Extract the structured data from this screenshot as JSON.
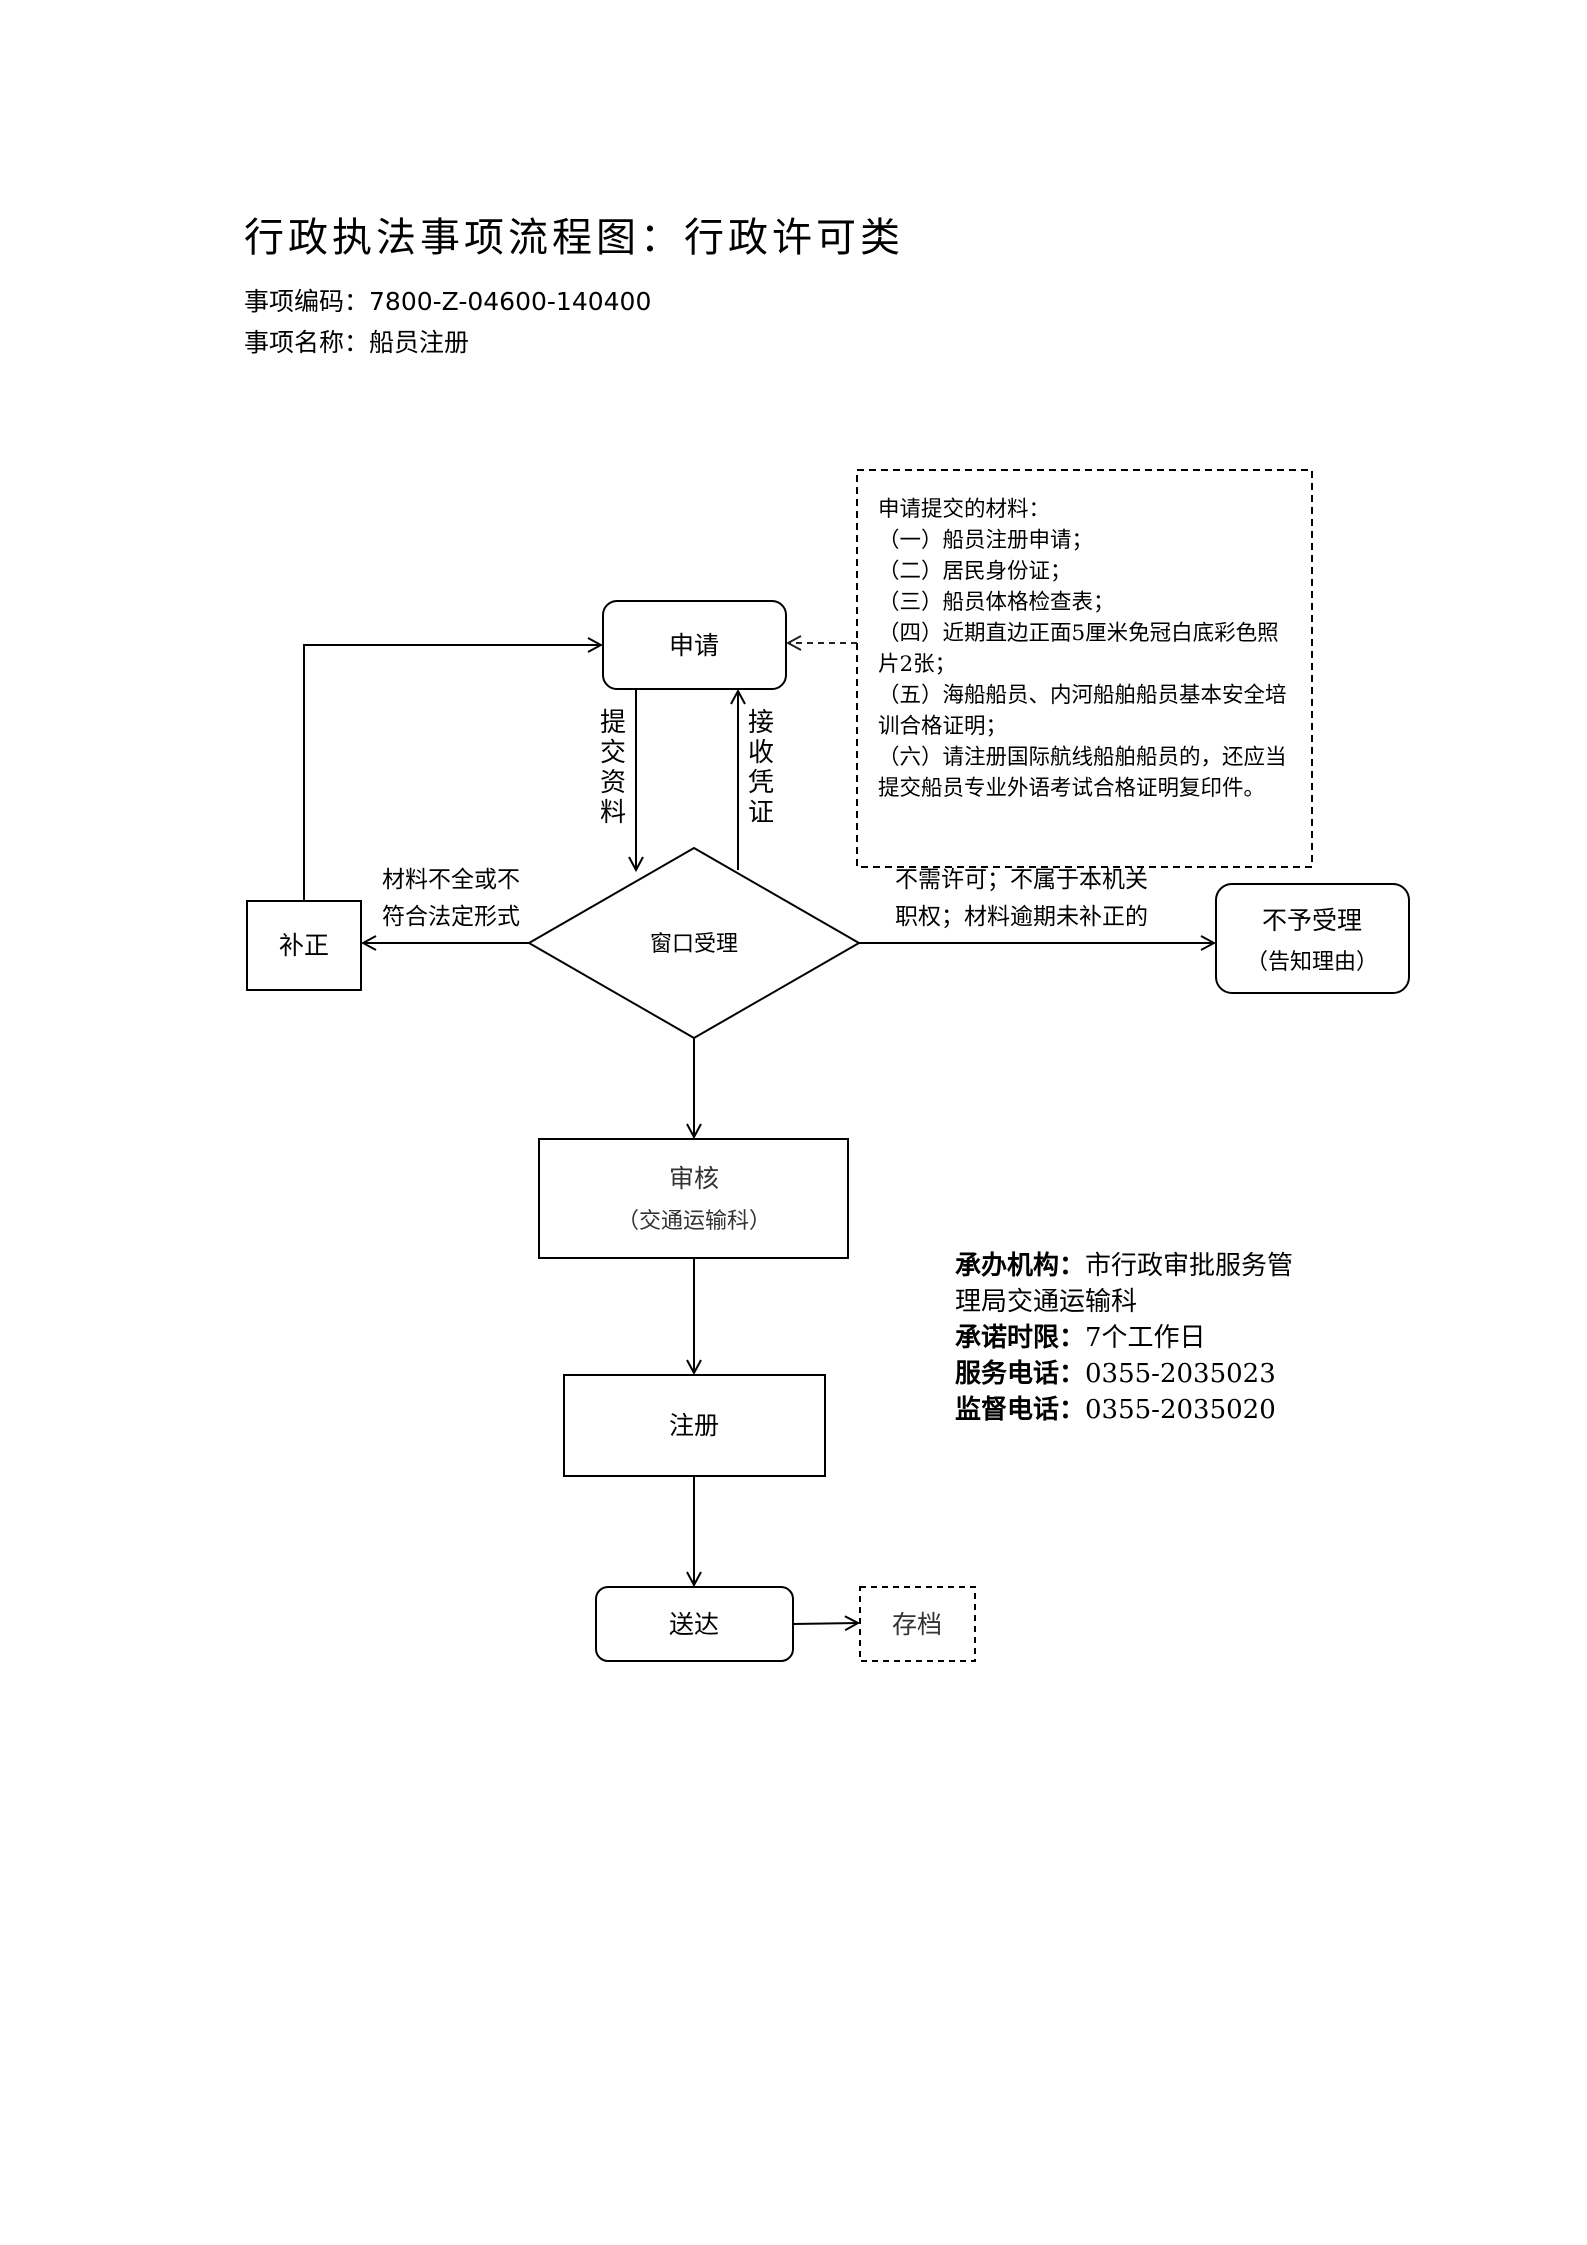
{
  "header": {
    "title": "行政执法事项流程图：行政许可类",
    "code_label": "事项编码：",
    "code_value": "7800-Z-04600-140400",
    "name_label": "事项名称：",
    "name_value": "船员注册"
  },
  "nodes": {
    "apply": "申请",
    "window": "窗口受理",
    "correct": "补正",
    "reject": "不予受理",
    "reject_sub": "（告知理由）",
    "review": "审核",
    "review_sub": "（交通运输科）",
    "register": "注册",
    "deliver": "送达",
    "archive": "存档"
  },
  "edge_labels": {
    "submit": "提交资料",
    "receive": "接收凭证",
    "incomplete_line1": "材料不全或不",
    "incomplete_line2": "符合法定形式",
    "reject_line1": "不需许可；不属于本机关",
    "reject_line2": "职权；材料逾期未补正的"
  },
  "materials": "申请提交的材料：\n（一）船员注册申请；\n（二）居民身份证；\n（三）船员体格检查表；\n（四）近期直边正面5厘米免冠白底彩色照片2张；\n（五）海船船员、内河船舶船员基本安全培训合格证明；\n（六）请注册国际航线船舶船员的，还应当提交船员专业外语考试合格证明复印件。",
  "info": {
    "agency_label": "承办机构：",
    "agency_value": "市行政审批服务管理局交通运输科",
    "deadline_label": "承诺时限：",
    "deadline_value": "7个工作日",
    "service_label": "服务电话：",
    "service_value": "0355-2035023",
    "supervise_label": "监督电话：",
    "supervise_value": "0355-2035020"
  }
}
